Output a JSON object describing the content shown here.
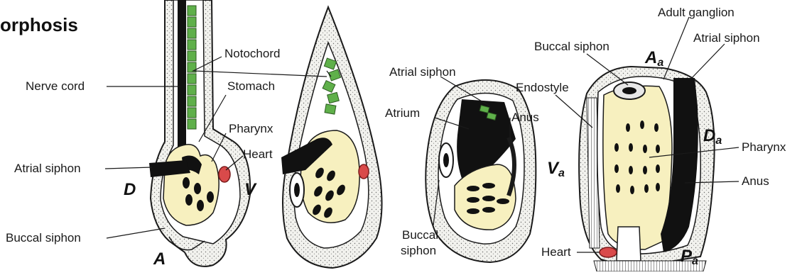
{
  "title": "orphosis",
  "colors": {
    "outline": "#1a1a1a",
    "tissue_fill": "#f2f2ee",
    "pharynx_fill": "#f7f0bf",
    "notochord_green": "#5fb04a",
    "heart_red": "#d94a4a",
    "dark_fill": "#111111"
  },
  "panel1": {
    "labels": {
      "nerve_cord": "Nerve cord",
      "notochord": "Notochord",
      "stomach": "Stomach",
      "pharynx": "Pharynx",
      "heart": "Heart",
      "atrial_siphon": "Atrial siphon",
      "buccal_siphon": "Buccal siphon"
    },
    "axes": {
      "d": "D",
      "v": "V",
      "a": "A"
    }
  },
  "panel3": {
    "labels": {
      "atrial_siphon": "Atrial siphon",
      "atrium": "Atrium",
      "anus": "Anus",
      "buccal_siphon_line1": "Buccal",
      "buccal_siphon_line2": "siphon"
    }
  },
  "panel4": {
    "labels": {
      "adult_ganglion": "Adult ganglion",
      "buccal_siphon": "Buccal siphon",
      "atrial_siphon": "Atrial siphon",
      "endostyle": "Endostyle",
      "pharynx": "Pharynx",
      "anus": "Anus",
      "heart": "Heart"
    },
    "axes": {
      "a_main": "A",
      "a_sub": "a",
      "d_main": "D",
      "d_sub": "a",
      "v_main": "V",
      "v_sub": "a",
      "p_main": "P",
      "p_sub": "a"
    }
  }
}
